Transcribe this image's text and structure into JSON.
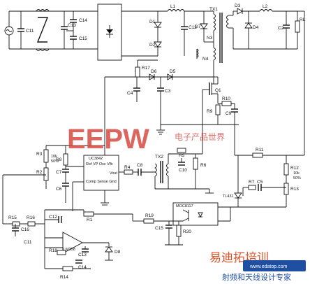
{
  "components": {
    "C11": "C11",
    "C13": "C13",
    "C14": "C14",
    "C15": "C15",
    "L1": "L1",
    "L2": "L2",
    "TX1": "TX1",
    "D1": "D1",
    "D2": "D2",
    "D3": "D3",
    "D4": "D4",
    "D5": "D5",
    "D6": "D6",
    "D7": "D7",
    "D8": "D8",
    "C12": "C12",
    "C2": "C2",
    "RL": "RL",
    "R17": "R17",
    "C4": "C4",
    "C3": "C3",
    "N3": "N3",
    "N4": "N4",
    "Q1": "Q1",
    "R9": "R9",
    "R10": "R10",
    "C9": "C9",
    "R3": "R3",
    "R8": "R8",
    "C7": "C7",
    "R2": "R2",
    "C6": "C6",
    "R4": "R4",
    "C8": "C8",
    "TX2": "TX2",
    "R5": "R5",
    "C10": "C10",
    "R6": "R6",
    "R11": "R11",
    "R12": "R12",
    "R7": "R7",
    "C5": "C5",
    "R13": "R13",
    "R15": "R15",
    "R16": "R16",
    "C16": "C16",
    "C11b": "C11",
    "C12b": "C12",
    "R1": "R1",
    "R18": "R18",
    "C13b": "C13",
    "C14b": "C14",
    "R14": "R14",
    "R19": "R19",
    "C15b": "C15",
    "R20": "R20"
  },
  "pots": {
    "r3_value": "10k",
    "r3_pct": "50%",
    "r12_value": "10k",
    "r12_pct": "50%"
  },
  "ic": {
    "name": "UC3842",
    "pins_left": [
      "Ref",
      "Osc",
      "Vfb",
      "Comp",
      "Sense",
      "Gnd"
    ],
    "pins_left_text": "Ref VP Osc Vfb",
    "pins_left_text2": "Comp Sense Gnd",
    "pin_right": "Vout"
  },
  "opamp_label": "LM358",
  "opto_label": "MOC8117",
  "ref_label": "TL431",
  "watermark": {
    "brand": "EEPW",
    "cn_text": "电子产品世界",
    "logo_cn": "易迪拓培训",
    "logo_sub": "射频和天线设计专家",
    "domain": "www.edatop.com"
  }
}
